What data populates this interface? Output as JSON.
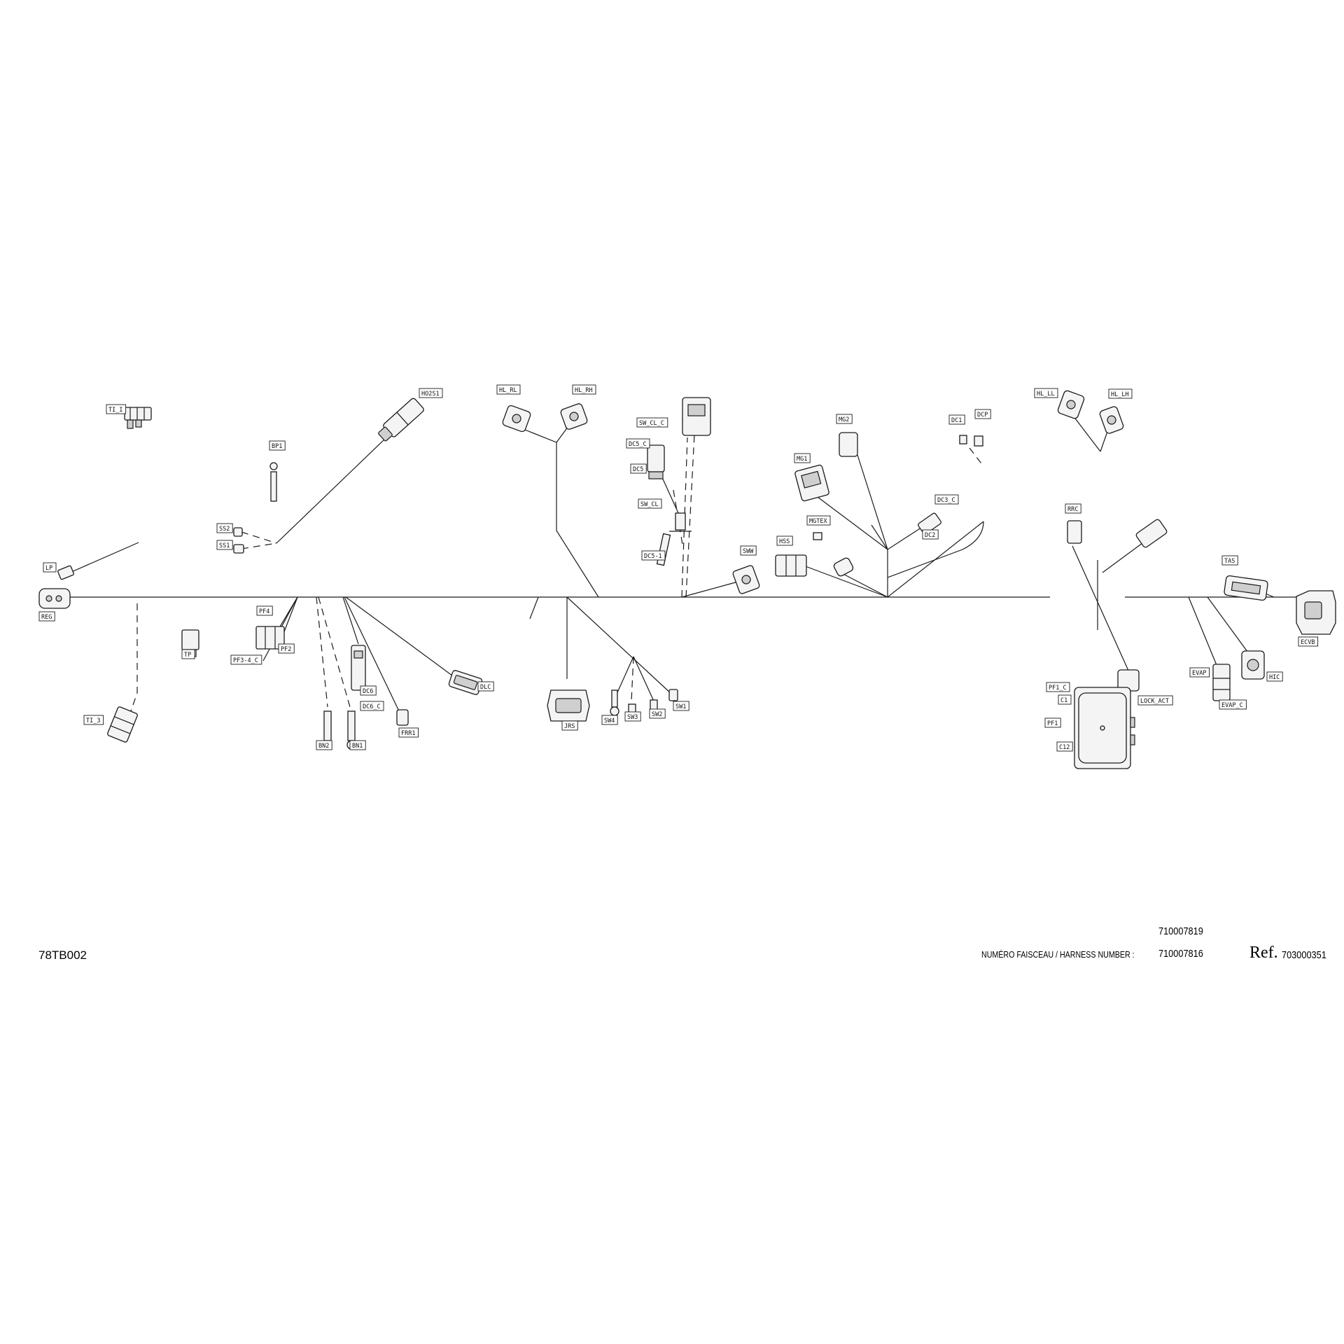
{
  "diagram": {
    "id": "78TB002",
    "harness_label": "NUMÉRO FAISCEAU / HARNESS NUMBER :",
    "harness_numbers": [
      "710007819",
      "710007816"
    ],
    "ref_label": "Ref.",
    "ref_number": "703000351"
  },
  "connectors": [
    {
      "label": "TI_I"
    },
    {
      "label": "HO2S1"
    },
    {
      "label": "BP1"
    },
    {
      "label": "SS2"
    },
    {
      "label": "SS1"
    },
    {
      "label": "LP"
    },
    {
      "label": "REG"
    },
    {
      "label": "TI_3"
    },
    {
      "label": "TP"
    },
    {
      "label": "PF4"
    },
    {
      "label": "PF2"
    },
    {
      "label": "PF3-4_C"
    },
    {
      "label": "BN2"
    },
    {
      "label": "BN1"
    },
    {
      "label": "DC6"
    },
    {
      "label": "DC6_C"
    },
    {
      "label": "FRR1"
    },
    {
      "label": "DLC"
    },
    {
      "label": "HL_RL"
    },
    {
      "label": "HL_RH"
    },
    {
      "label": "SW_CL_C"
    },
    {
      "label": "DC5_C"
    },
    {
      "label": "DC5"
    },
    {
      "label": "SW_CL"
    },
    {
      "label": "DC5-1"
    },
    {
      "label": "SWW"
    },
    {
      "label": "JRS"
    },
    {
      "label": "SW4"
    },
    {
      "label": "SW3"
    },
    {
      "label": "SW2"
    },
    {
      "label": "SW1"
    },
    {
      "label": "MG2"
    },
    {
      "label": "MG1"
    },
    {
      "label": "HSS"
    },
    {
      "label": "MGTEX"
    },
    {
      "label": "DC3_C"
    },
    {
      "label": "DC2"
    },
    {
      "label": "DC1"
    },
    {
      "label": "DCP"
    },
    {
      "label": "HL_LL"
    },
    {
      "label": "HL_LH"
    },
    {
      "label": "RRC"
    },
    {
      "label": "PF1_C"
    },
    {
      "label": "C1"
    },
    {
      "label": "PF1"
    },
    {
      "label": "C12"
    },
    {
      "label": "LOCK_ACT"
    },
    {
      "label": "TAS"
    },
    {
      "label": "EVAP"
    },
    {
      "label": "EVAP_C"
    },
    {
      "label": "HIC"
    },
    {
      "label": "ECVB"
    }
  ]
}
